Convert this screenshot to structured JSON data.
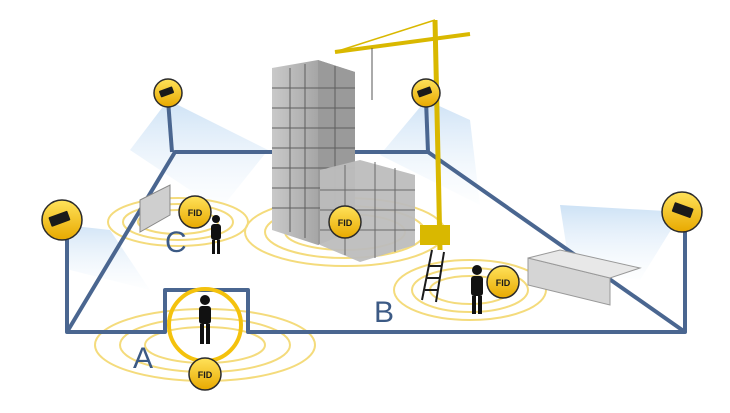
{
  "zones": [
    {
      "letter": "A"
    },
    {
      "letter": "B"
    },
    {
      "letter": "C"
    }
  ],
  "tag_label": "FID",
  "colors": {
    "fence": "#4a6690",
    "camera_fill": "#f4c20d",
    "camera_stroke": "#2b2b2b",
    "beam": "#9ec6ec",
    "rings": "#f2d35c",
    "zone_letter": "#3c5a85"
  },
  "icons": [
    "camera-icon",
    "fid-tag-icon",
    "worker-icon",
    "crane-icon",
    "building-icon",
    "ladder-icon",
    "container-icon"
  ]
}
